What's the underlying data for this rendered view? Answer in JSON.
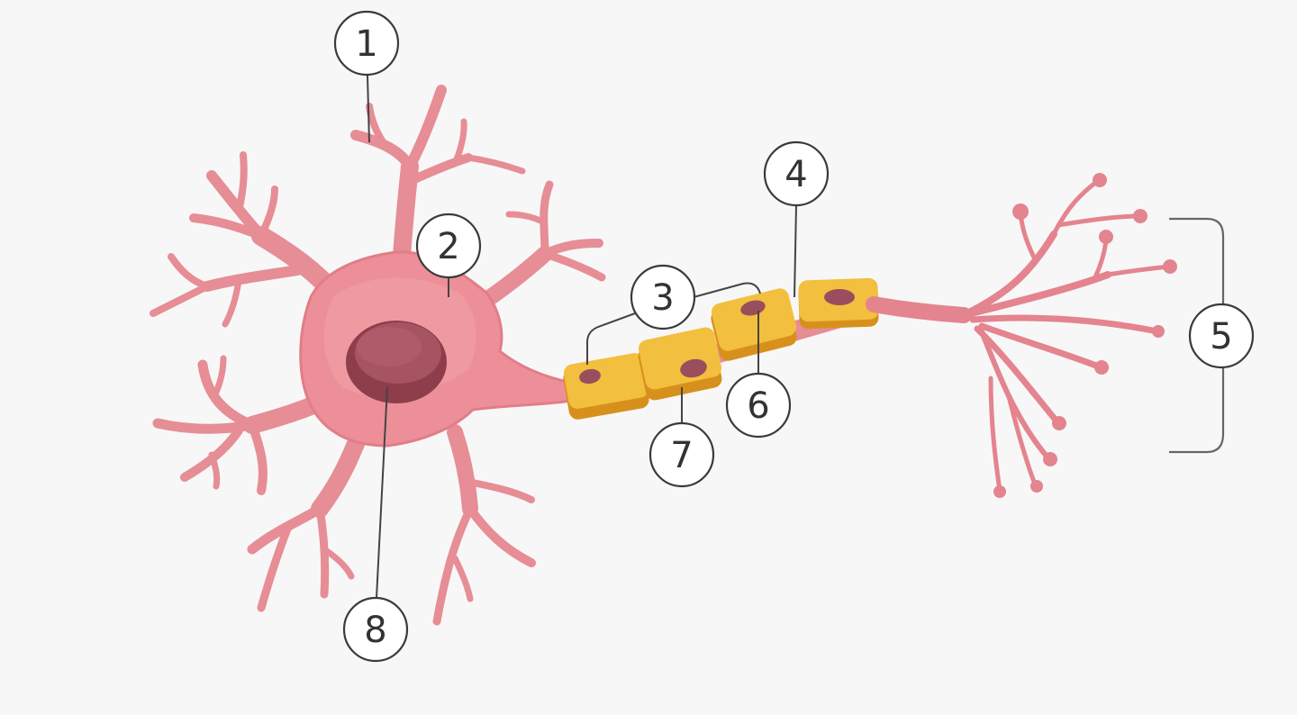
{
  "diagram": {
    "subject": "neuron",
    "colors": {
      "background": "#f7f7f7",
      "cell_body": "#ec8f98",
      "dendrite": "#e68d95",
      "nucleus": "#8e3d4b",
      "myelin_sheath": "#f3bf3e",
      "schwann_nucleus": "#9a4e5d",
      "axon_terminal": "#e4848e"
    },
    "labels": [
      {
        "id": "label-1",
        "text": "1"
      },
      {
        "id": "label-2",
        "text": "2"
      },
      {
        "id": "label-3",
        "text": "3"
      },
      {
        "id": "label-4",
        "text": "4"
      },
      {
        "id": "label-5",
        "text": "5"
      },
      {
        "id": "label-6",
        "text": "6"
      },
      {
        "id": "label-7",
        "text": "7"
      },
      {
        "id": "label-8",
        "text": "8"
      }
    ]
  }
}
